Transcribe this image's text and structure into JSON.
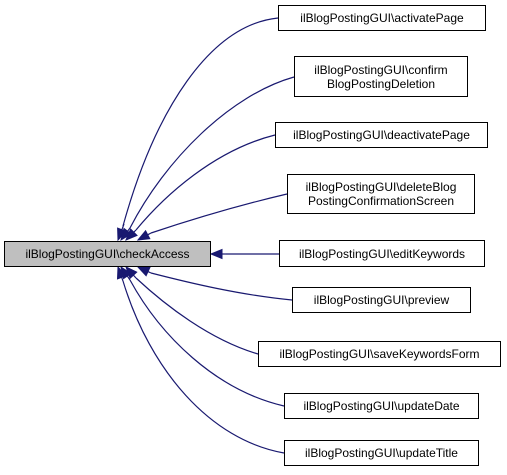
{
  "diagram": {
    "colors": {
      "edge": "#191970",
      "main_fill": "#bfbfbf",
      "node_fill": "#ffffff",
      "node_border": "#000000"
    },
    "main_node": {
      "lines": [
        "ilBlogPostingGUI\\checkAccess"
      ]
    },
    "caller_nodes": [
      {
        "lines": [
          "ilBlogPostingGUI\\activatePage"
        ]
      },
      {
        "lines": [
          "ilBlogPostingGUI\\confirm",
          "BlogPostingDeletion"
        ]
      },
      {
        "lines": [
          "ilBlogPostingGUI\\deactivatePage"
        ]
      },
      {
        "lines": [
          "ilBlogPostingGUI\\deleteBlog",
          "PostingConfirmationScreen"
        ]
      },
      {
        "lines": [
          "ilBlogPostingGUI\\editKeywords"
        ]
      },
      {
        "lines": [
          "ilBlogPostingGUI\\preview"
        ]
      },
      {
        "lines": [
          "ilBlogPostingGUI\\saveKeywordsForm"
        ]
      },
      {
        "lines": [
          "ilBlogPostingGUI\\updateDate"
        ]
      },
      {
        "lines": [
          "ilBlogPostingGUI\\updateTitle"
        ]
      }
    ]
  }
}
